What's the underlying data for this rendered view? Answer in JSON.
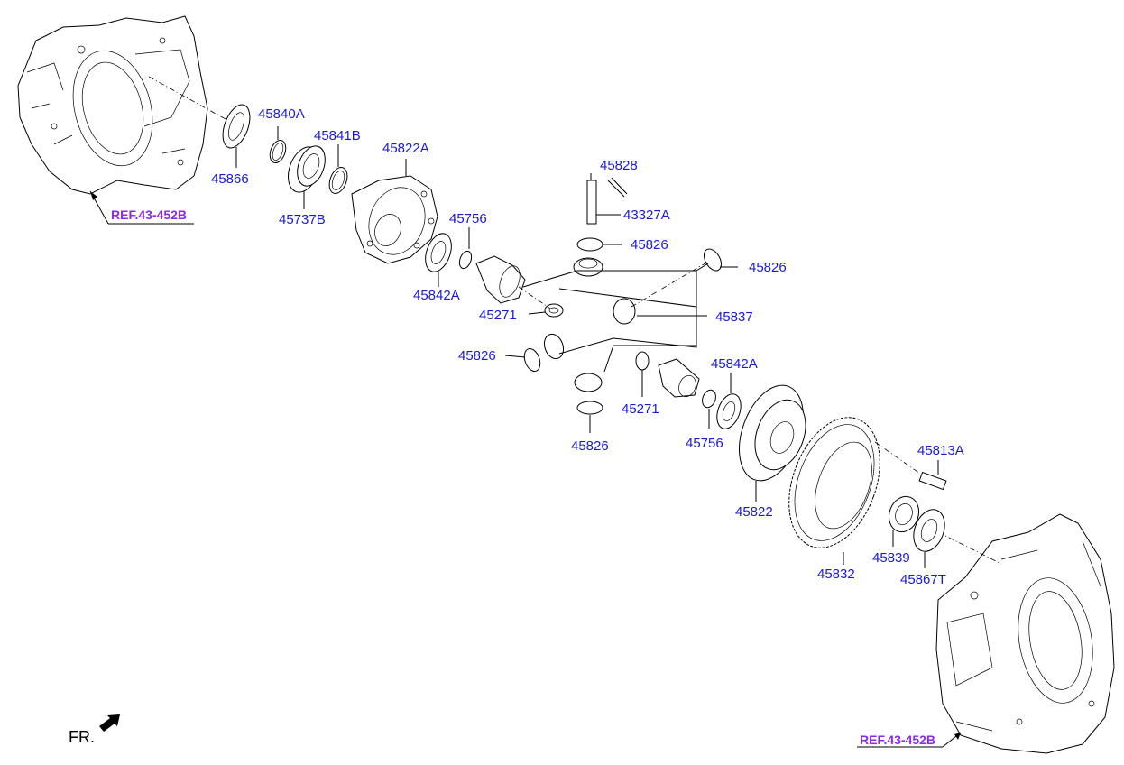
{
  "refs": {
    "ref_top": "REF.43-452B",
    "ref_bottom": "REF.43-452B"
  },
  "orientation": {
    "label": "FR."
  },
  "parts": {
    "p45840A": "45840A",
    "p45841B": "45841B",
    "p45822A": "45822A",
    "p45866": "45866",
    "p45737B": "45737B",
    "p45828": "45828",
    "p43327A": "43327A",
    "p45756_top": "45756",
    "p45826_a": "45826",
    "p45826_b": "45826",
    "p45842A_top": "45842A",
    "p45271_top": "45271",
    "p45837": "45837",
    "p45826_c": "45826",
    "p45842A_bot": "45842A",
    "p45271_bot": "45271",
    "p45756_bot": "45756",
    "p45826_d": "45826",
    "p45813A": "45813A",
    "p45822": "45822",
    "p45839": "45839",
    "p45832": "45832",
    "p45867T": "45867T"
  },
  "colors": {
    "part_label": "#1a1ad6",
    "ref_label": "#8a2be2"
  }
}
